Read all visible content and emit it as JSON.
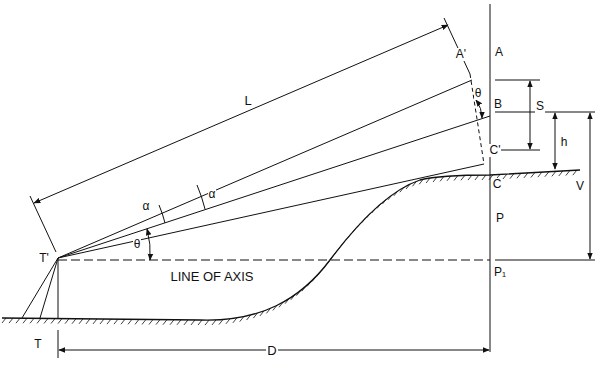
{
  "diagram": {
    "labels": [
      "L",
      "A'",
      "A",
      "θ",
      "B",
      "S",
      "h",
      "V",
      "C'",
      "C",
      "α",
      "α",
      "θ",
      "T'",
      "LINE OF AXIS",
      "P",
      "P₁",
      "T",
      "D"
    ]
  }
}
